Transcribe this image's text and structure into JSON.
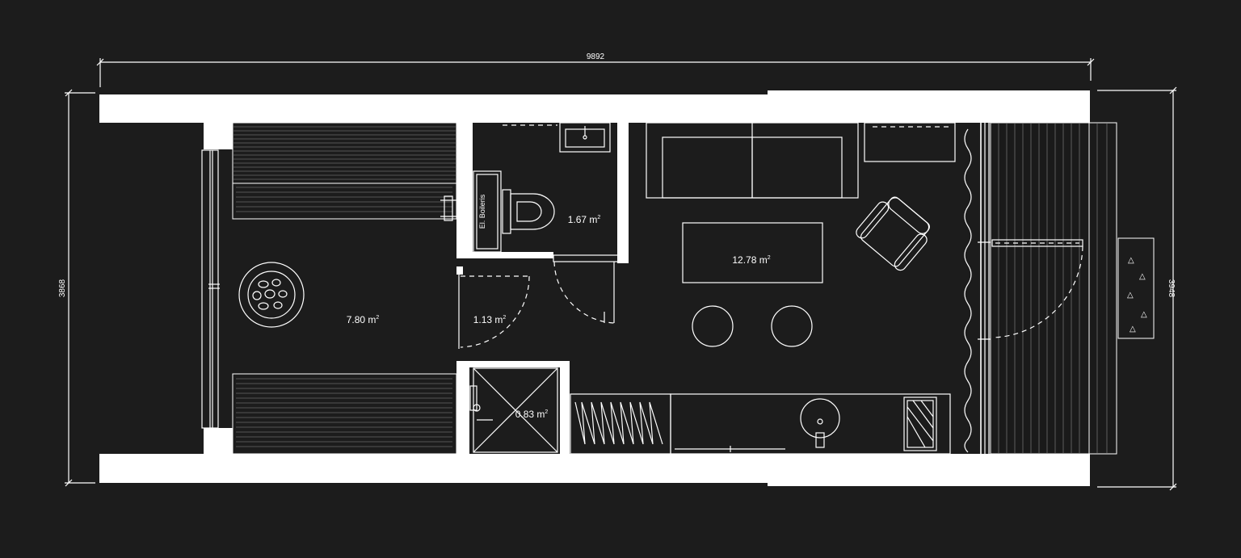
{
  "dimensions": {
    "total_length": "9892",
    "left_height": "3868",
    "right_height": "3948"
  },
  "rooms": [
    {
      "id": "bedroom",
      "area": "7.80 m",
      "unit_sup": "2"
    },
    {
      "id": "toilet",
      "area": "1.67 m",
      "unit_sup": "2"
    },
    {
      "id": "hall",
      "area": "1.13 m",
      "unit_sup": "2"
    },
    {
      "id": "shower",
      "area": "0.83 m",
      "unit_sup": "2"
    },
    {
      "id": "living",
      "area": "12.78 m",
      "unit_sup": "2"
    }
  ],
  "labels": {
    "boiler": "El. Boileris"
  },
  "colors": {
    "background": "#1c1c1c",
    "lines": "#ffffff"
  },
  "icons": [
    "bed-icon",
    "round-rug-icon",
    "sofa-icon",
    "armchair-icon",
    "coffee-table-icon",
    "stool-icon",
    "sink-icon",
    "toilet-icon",
    "shower-icon",
    "wardrobe-icon",
    "boiler-icon",
    "curtain-icon",
    "deck-icon",
    "planter-icon",
    "door-swing-icon"
  ]
}
